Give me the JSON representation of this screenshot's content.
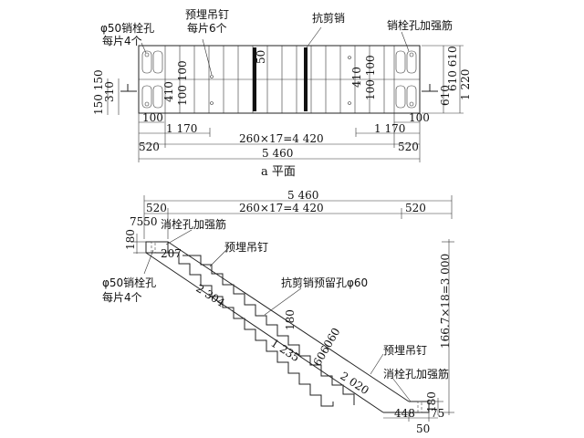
{
  "plan": {
    "caption": "a  平面",
    "labels": {
      "bolt_hole": "φ50销栓孔",
      "bolt_hole_count": "每片4个",
      "lift_nail": "预埋吊钉",
      "lift_nail_count": "每片6个",
      "shear_pin": "抗剪销",
      "hole_rebar": "销栓孔加强筋"
    },
    "dims": {
      "d150_150": "150 150",
      "d310": "310",
      "d410_left": "410",
      "d100_100_left": "100 100",
      "d50": "50",
      "d410_right": "410",
      "d100_100_right": "100 100",
      "d610_610": "610  610",
      "d610": "610",
      "d1220": "1 220",
      "d100_left": "100",
      "d100_right": "100",
      "d1170_left": "1 170",
      "d1170_right": "1 170",
      "d520_left": "520",
      "d4420": "260×17=4 420",
      "d520_right": "520",
      "d5460": "5 460"
    }
  },
  "section": {
    "labels": {
      "hole_rebar_top": "消栓孔加强筋",
      "lift_nail_top": "预埋吊钉",
      "bolt_hole": "φ50销栓孔",
      "bolt_hole_count": "每片4个",
      "shear_pin_hole": "抗剪销预留孔φ60",
      "lift_nail_bottom": "预埋吊钉",
      "hole_rebar_bottom": "消栓孔加强筋"
    },
    "dims": {
      "d5460": "5 460",
      "d520_left": "520",
      "d4420": "260×17=4 420",
      "d520_right": "520",
      "d7550": "7550",
      "d180_top": "180",
      "d207": "207",
      "d2304": "2 304",
      "d180_mid": "180",
      "d1235": "1 235",
      "d606060": "606060",
      "d2020": "2 020",
      "d3000": "166.7×18=3 000",
      "d180_bottom": "180",
      "d448": "448",
      "d75": "75",
      "d50": "50"
    }
  }
}
